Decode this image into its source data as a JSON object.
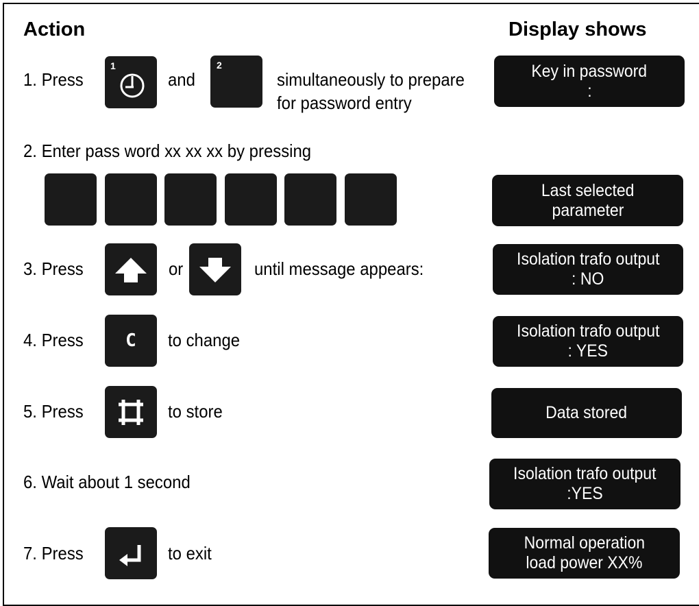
{
  "headers": {
    "action": "Action",
    "display": "Display shows"
  },
  "step1": {
    "label": "1. Press",
    "key1_num": "1",
    "and": "and",
    "key2_num": "2",
    "desc_line1": "simultaneously to prepare",
    "desc_line2": "for password entry",
    "display_line1": "Key in password",
    "display_line2": ":"
  },
  "step2": {
    "label": "2. Enter pass word xx xx xx by pressing",
    "key_count": 6,
    "display_line1": "Last selected",
    "display_line2": "parameter"
  },
  "step3": {
    "label": "3. Press",
    "or": "or",
    "desc": "until message appears:",
    "display_line1": "Isolation trafo output",
    "display_line2": ": NO"
  },
  "step4": {
    "label": "4. Press",
    "key_letter": "C",
    "desc": "to change",
    "display_line1": "Isolation trafo output",
    "display_line2": ": YES"
  },
  "step5": {
    "label": "5. Press",
    "desc": "to store",
    "display_line1": "Data stored"
  },
  "step6": {
    "label": "6. Wait about 1 second",
    "display_line1": "Isolation trafo output",
    "display_line2": ":YES"
  },
  "step7": {
    "label": "7. Press",
    "desc": "to exit",
    "display_line1": "Normal operation",
    "display_line2": "load power XX%"
  },
  "icons": {
    "step1_key1": "timer-icon",
    "step3_up": "arrow-up-icon",
    "step3_down": "arrow-down-icon",
    "step5_store": "store-frame-icon",
    "step7_enter": "enter-return-icon"
  },
  "colors": {
    "key_fill": "#1b1b1b",
    "display_fill": "#111111",
    "text": "#000000",
    "display_text": "#ffffff"
  }
}
